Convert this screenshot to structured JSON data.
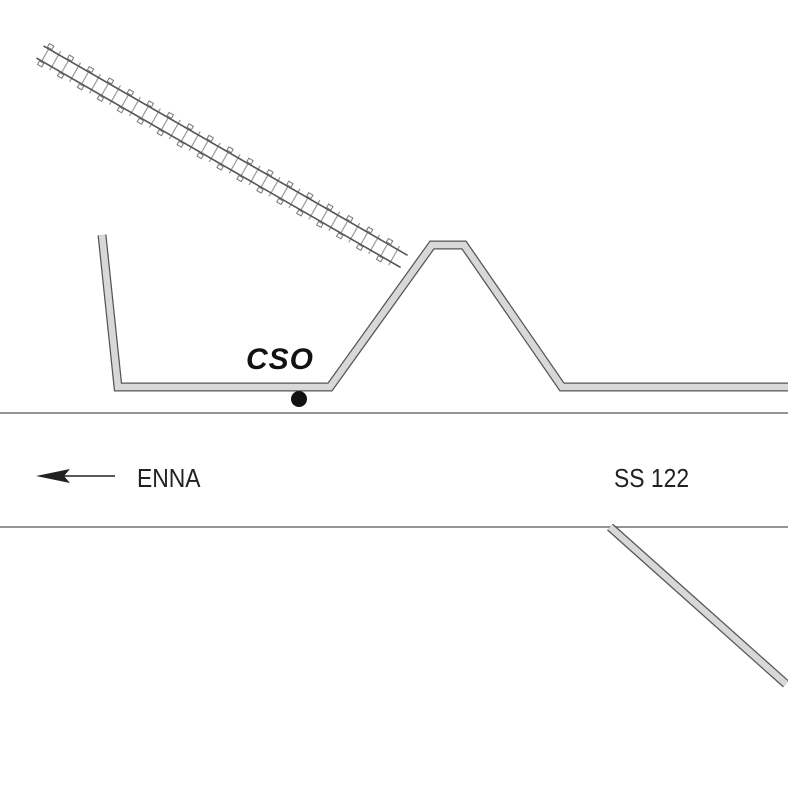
{
  "labels": {
    "station": "CSO",
    "direction_destination": "ENNA",
    "road_name": "SS 122"
  },
  "colors": {
    "background": "#ffffff",
    "ink": "#222222",
    "road_fill": "#d8d8d8",
    "road_edge": "#555555",
    "rail_tie": "#9a9a9a"
  },
  "icons": {
    "direction_arrow": "arrow-left-icon",
    "station_marker": "dot-marker-icon",
    "railway": "railway-track-icon"
  }
}
